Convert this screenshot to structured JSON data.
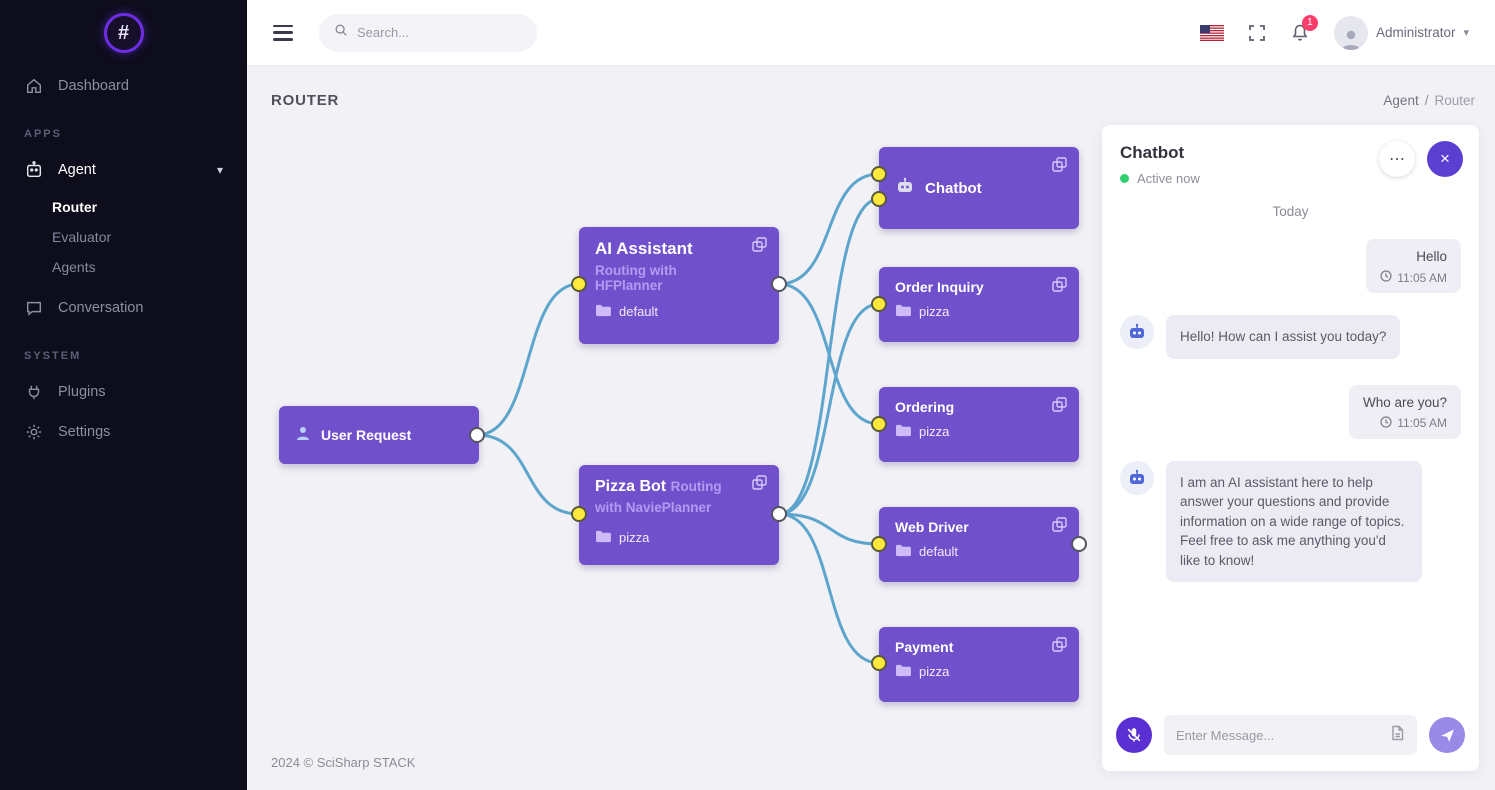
{
  "brand": {
    "logo_glyph": "#"
  },
  "sidebar": {
    "dashboard": "Dashboard",
    "apps_label": "APPS",
    "agent": "Agent",
    "agent_children": [
      "Router",
      "Evaluator",
      "Agents"
    ],
    "conversation": "Conversation",
    "system_label": "SYSTEM",
    "plugins": "Plugins",
    "settings": "Settings"
  },
  "header": {
    "search_placeholder": "Search...",
    "notification_count": "1",
    "user_name": "Administrator"
  },
  "page": {
    "title": "ROUTER",
    "breadcrumb_parent": "Agent",
    "breadcrumb_current": "Router",
    "footer": "2024 © SciSharp STACK"
  },
  "flow": {
    "nodes": [
      {
        "id": "user-request",
        "title": "User Request"
      },
      {
        "id": "ai-assistant",
        "title": "AI Assistant",
        "subtitle": "Routing with HFPlanner",
        "folder": "default"
      },
      {
        "id": "pizza-bot",
        "title": "Pizza Bot",
        "subtitle": "Routing with NaviePlanner",
        "folder": "pizza"
      },
      {
        "id": "chatbot",
        "title": "Chatbot"
      },
      {
        "id": "order-inquiry",
        "title": "Order Inquiry",
        "folder": "pizza"
      },
      {
        "id": "ordering",
        "title": "Ordering",
        "folder": "pizza"
      },
      {
        "id": "web-driver",
        "title": "Web Driver",
        "folder": "default"
      },
      {
        "id": "payment",
        "title": "Payment",
        "folder": "pizza"
      }
    ]
  },
  "chat": {
    "title": "Chatbot",
    "status": "Active now",
    "day_divider": "Today",
    "messages": [
      {
        "from": "user",
        "text": "Hello",
        "time": "11:05 AM"
      },
      {
        "from": "bot",
        "text": "Hello! How can I assist you today?"
      },
      {
        "from": "user",
        "text": "Who are you?",
        "time": "11:05 AM"
      },
      {
        "from": "bot",
        "text": "I am an AI assistant here to help answer your questions and provide information on a wide range of topics. Feel free to ask me anything you'd like to know!"
      }
    ],
    "input_placeholder": "Enter Message..."
  },
  "icons": {
    "more": "⋯",
    "close": "×",
    "chevron_down": "▾",
    "breadcrumb_sep": "/"
  },
  "colors": {
    "sidebar_bg": "#0d0d1c",
    "accent_purple": "#6d2ee6",
    "node_purple": "#7150cc",
    "wire_blue": "#4d9dc8",
    "port_yellow": "#ffe93c",
    "status_green": "#2fcf6f",
    "badge_red": "#fa3e6c"
  }
}
